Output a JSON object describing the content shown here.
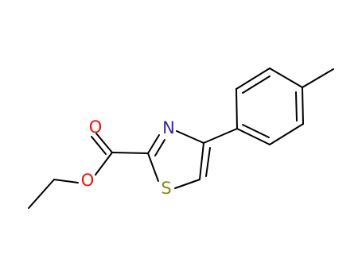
{
  "molecule": {
    "atoms": [
      {
        "id": "O1",
        "symbol": "O",
        "color": "#e8140c"
      },
      {
        "id": "O2",
        "symbol": "O",
        "color": "#e8140c"
      },
      {
        "id": "N1",
        "symbol": "N",
        "color": "#2b2ba8"
      },
      {
        "id": "S1",
        "symbol": "S",
        "color": "#8a8a14"
      }
    ],
    "bond_color": "#000000",
    "background": "#ffffff"
  }
}
